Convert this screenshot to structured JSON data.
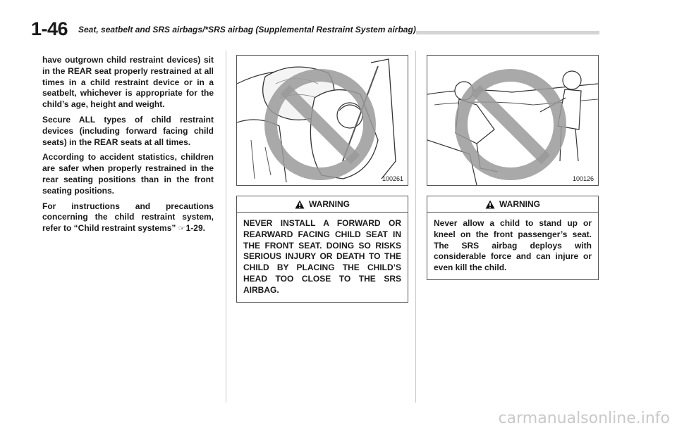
{
  "header": {
    "page_number": "1-46",
    "section_title": "Seat, seatbelt and SRS airbags/*SRS airbag (Supplemental Restraint System airbag)"
  },
  "column1": {
    "paragraphs": [
      "have outgrown child restraint devices) sit in the REAR seat properly restrained at all times in a child restraint device or in a seatbelt, whichever is appropriate for the child’s age, height and weight.",
      "Secure ALL types of child restraint devices (including forward facing child seats) in the REAR seats at all times.",
      "According to accident statistics, children are safer when properly restrained in the rear seating positions than in the front seating positions."
    ],
    "ref_paragraph": {
      "text": "For instructions and precautions concerning the child restraint system, refer to “Child restraint systems”",
      "page_ref": "1-29."
    }
  },
  "column2": {
    "figure_number": "100261",
    "warning": {
      "heading": "WARNING",
      "text": "NEVER INSTALL A FORWARD OR REARWARD FACING CHILD SEAT IN THE FRONT SEAT. DOING SO RISKS SERIOUS INJURY OR DEATH TO THE CHILD BY PLACING THE CHILD’S HEAD TOO CLOSE TO THE SRS AIRBAG."
    }
  },
  "column3": {
    "figure_number": "100126",
    "warning": {
      "heading": "WARNING",
      "text": "Never allow a child to stand up or kneel on the front passenger’s seat. The SRS airbag deploys with considerable force and can injure or even kill the child."
    }
  },
  "footer": {
    "watermark": "carmanualsonline.info"
  }
}
